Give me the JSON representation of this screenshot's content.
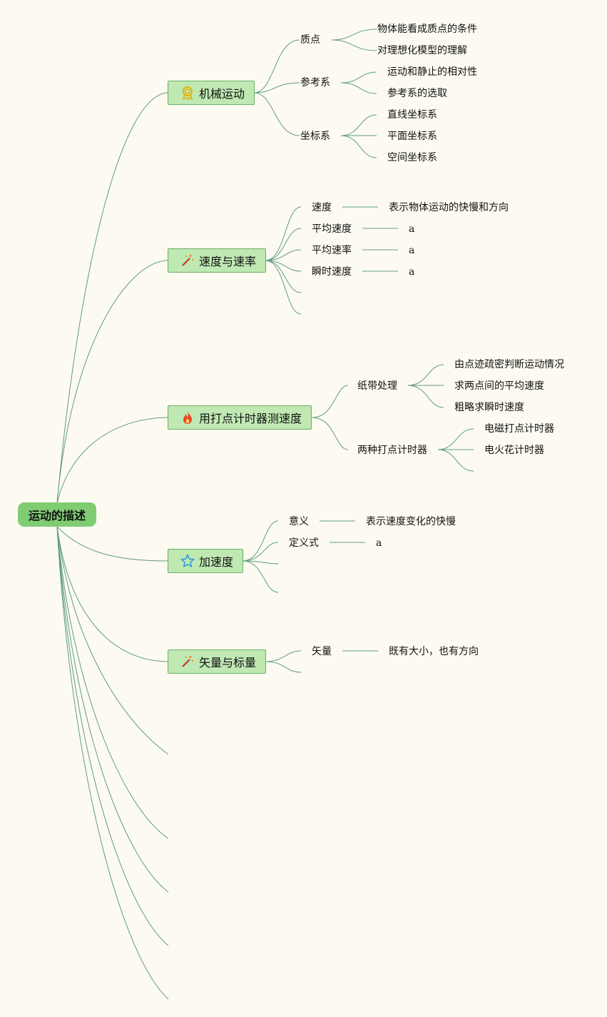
{
  "root": {
    "label": "运动的描述"
  },
  "branches": [
    {
      "label": "机械运动",
      "icon": "medal-icon",
      "children": [
        {
          "label": "质点",
          "children": [
            "物体能看成质点的条件",
            "对理想化模型的理解"
          ]
        },
        {
          "label": "参考系",
          "children": [
            "运动和静止的相对性",
            "参考系的选取"
          ]
        },
        {
          "label": "坐标系",
          "children": [
            "直线坐标系",
            "平面坐标系",
            "空间坐标系"
          ]
        }
      ]
    },
    {
      "label": "速度与速率",
      "icon": "magic-wand-icon",
      "children": [
        {
          "label": "速度",
          "value": "表示物体运动的快慢和方向"
        },
        {
          "label": "平均速度",
          "value": "a"
        },
        {
          "label": "平均速率",
          "value": "a"
        },
        {
          "label": "瞬时速度",
          "value": "a"
        }
      ]
    },
    {
      "label": "用打点计时器测速度",
      "icon": "fire-icon",
      "children": [
        {
          "label": "纸带处理",
          "children": [
            "由点迹疏密判断运动情况",
            "求两点间的平均速度",
            "粗略求瞬时速度"
          ]
        },
        {
          "label": "两种打点计时器",
          "children": [
            "电磁打点计时器",
            "电火花计时器"
          ]
        }
      ]
    },
    {
      "label": "加速度",
      "icon": "star-icon",
      "children": [
        {
          "label": "意义",
          "value": "表示速度变化的快慢"
        },
        {
          "label": "定义式",
          "value": "a"
        }
      ]
    },
    {
      "label": "矢量与标量",
      "icon": "magic-wand-icon",
      "children": [
        {
          "label": "矢量",
          "value": "既有大小，也有方向"
        }
      ]
    }
  ],
  "colors": {
    "background": "#fdfbf1",
    "root_fill": "#7fcc73",
    "topic_fill": "#bfe8b3",
    "topic_border": "#6aae68",
    "connector": "#5f9c7e"
  }
}
